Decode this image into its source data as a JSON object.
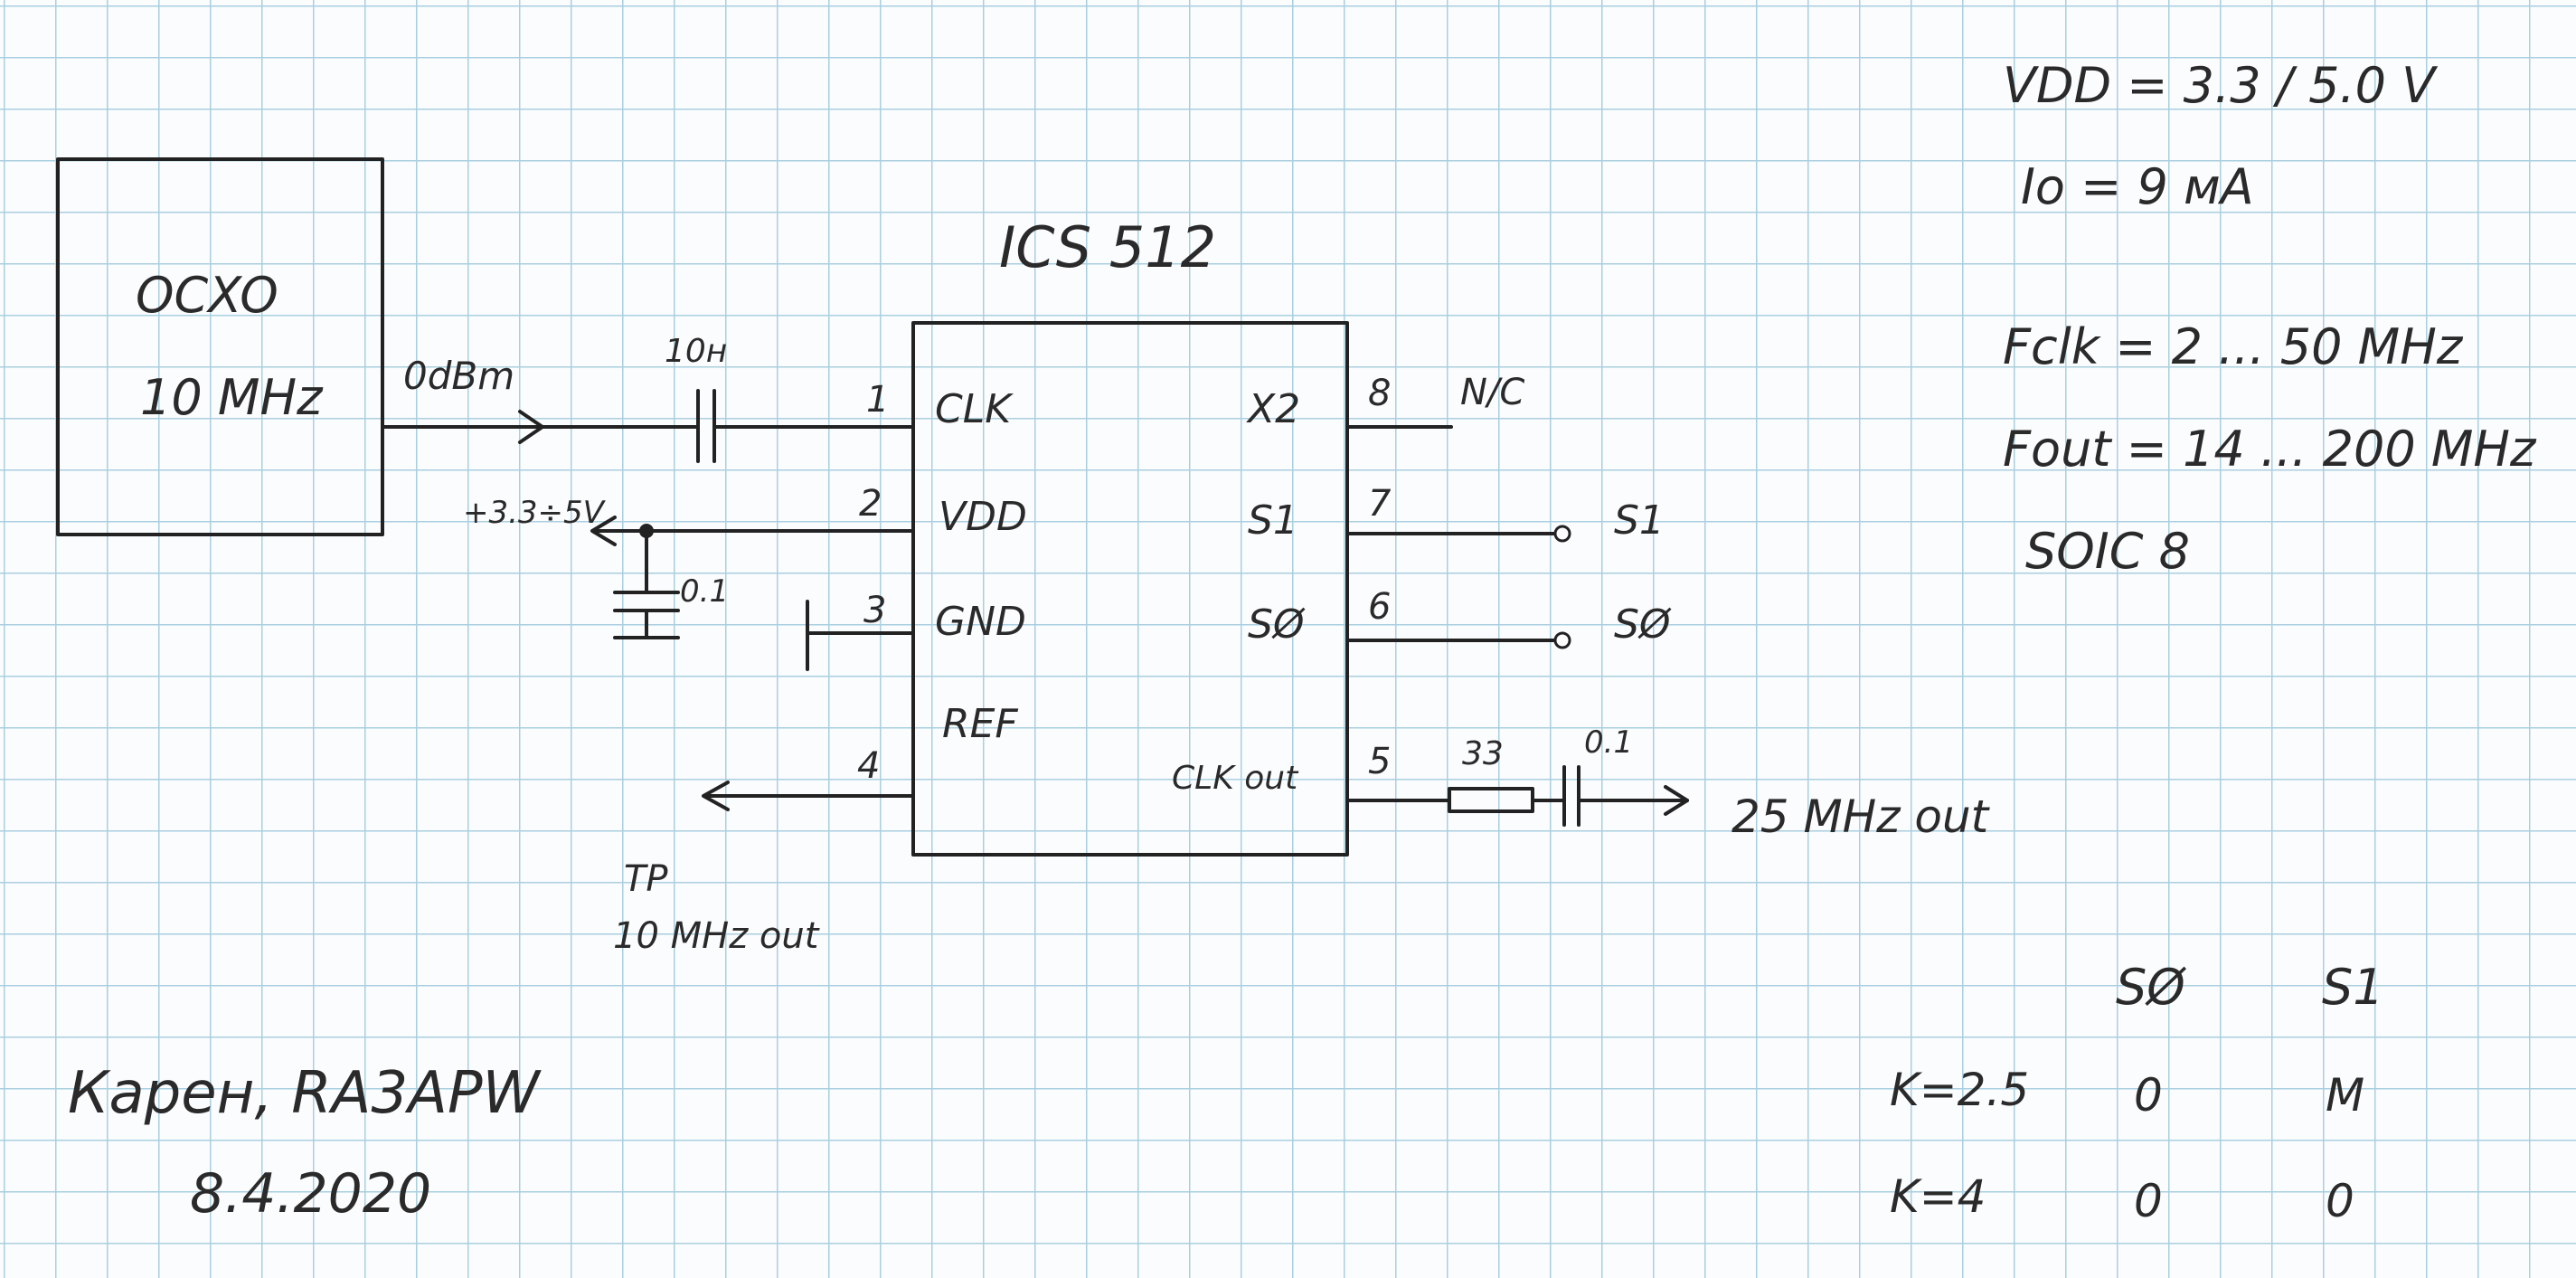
{
  "ocxo": {
    "line1": "OCXO",
    "line2": "10 MHz"
  },
  "signal": {
    "level": "0dBm"
  },
  "input_cap": {
    "value": "10н"
  },
  "chip": {
    "name": "ICS 512",
    "pins": {
      "p1": {
        "num": "1",
        "name": "CLK"
      },
      "p2": {
        "num": "2",
        "name": "VDD"
      },
      "p3": {
        "num": "3",
        "name": "GND"
      },
      "p4": {
        "num": "4",
        "name": "REF"
      },
      "p5": {
        "num": "5",
        "name": "CLK out"
      },
      "p6": {
        "num": "6",
        "name": "SØ"
      },
      "p7": {
        "num": "7",
        "name": "S1"
      },
      "p8": {
        "num": "8",
        "name": "X2"
      }
    }
  },
  "supply": {
    "label": "+3.3÷5V",
    "cap": "0.1"
  },
  "x2_label": "N/C",
  "s1_label": "S1",
  "s0_label": "SØ",
  "tp": {
    "line1": "TP",
    "line2": "10 MHz out"
  },
  "out_resistor": "33",
  "out_cap": "0.1",
  "out_label": "25 MHz out",
  "specs": {
    "vdd": "VDD = 3.3 / 5.0 V",
    "io": "Io = 9 мA",
    "fclk": "Fclk = 2 ... 50 MHz",
    "fout": "Fout = 14 ... 200 MHz",
    "package": "SOIC 8"
  },
  "table": {
    "headers": [
      "",
      "SØ",
      "S1"
    ],
    "rows": [
      [
        "K=2.5",
        "0",
        "M"
      ],
      [
        "K=4",
        "0",
        "0"
      ]
    ]
  },
  "author": {
    "name": "Карен, RA3APW",
    "date": "8.4.2020"
  }
}
